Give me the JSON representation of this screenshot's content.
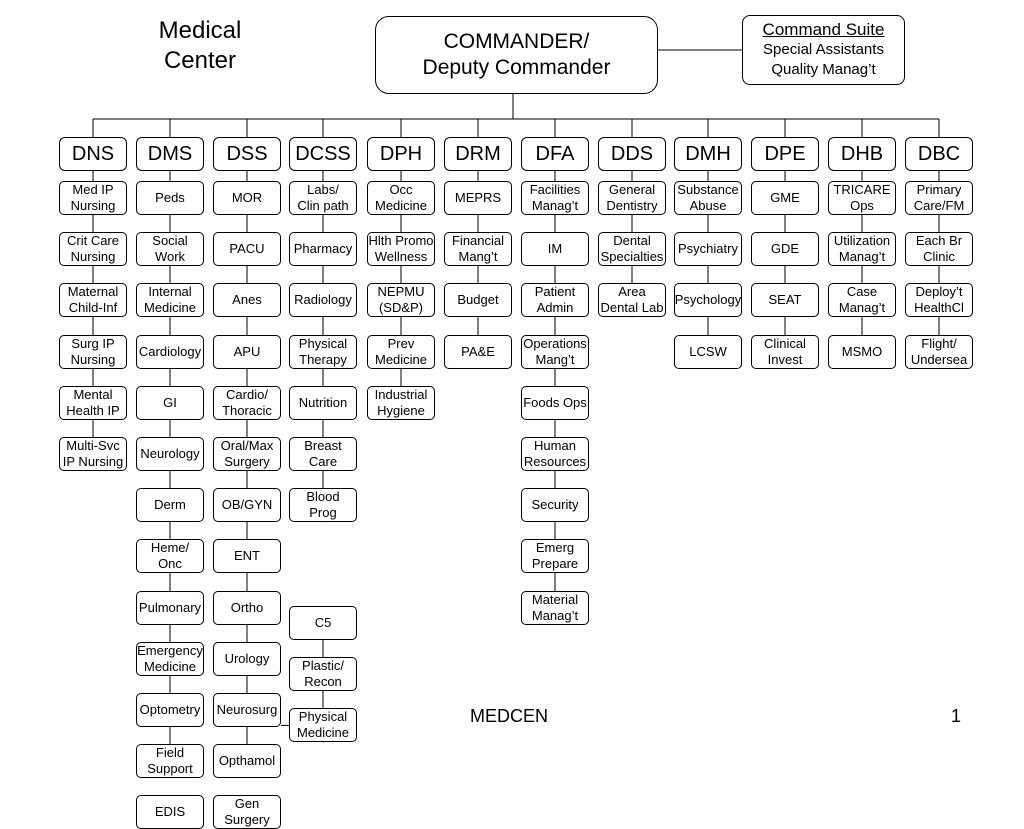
{
  "title": "Medical\nCenter",
  "commander": "COMMANDER/\nDeputy Commander",
  "command_suite": {
    "title": "Command Suite",
    "line1": "Special Assistants",
    "line2": "Quality Manag’t"
  },
  "footer": {
    "label": "MEDCEN",
    "page": "1"
  },
  "columns": [
    {
      "header": "DNS",
      "items": [
        "Med IP\nNursing",
        "Crit Care\nNursing",
        "Maternal\nChild-Inf",
        "Surg IP\nNursing",
        "Mental\nHealth IP",
        "Multi-Svc\nIP Nursing"
      ]
    },
    {
      "header": "DMS",
      "items": [
        "Peds",
        "Social\nWork",
        "Internal\nMedicine",
        "Cardiology",
        "GI",
        "Neurology",
        "Derm",
        "Heme/\nOnc",
        "Pulmonary",
        "Emergency\nMedicine",
        "Optometry",
        "Field\nSupport",
        "EDIS"
      ]
    },
    {
      "header": "DSS",
      "items": [
        "MOR",
        "PACU",
        "Anes",
        "APU",
        "Cardio/\nThoracic",
        "Oral/Max\nSurgery",
        "OB/GYN",
        "ENT",
        "Ortho",
        "Urology",
        "Neurosurg",
        "Opthamol",
        "Gen\nSurgery"
      ]
    },
    {
      "header": "DCSS",
      "items": [
        "Labs/\nClin path",
        "Pharmacy",
        "Radiology",
        "Physical\nTherapy",
        "Nutrition",
        "Breast\nCare",
        "Blood\nProg"
      ],
      "lower_items": [
        "C5",
        "Plastic/\nRecon",
        "Physical\nMedicine"
      ]
    },
    {
      "header": "DPH",
      "items": [
        "Occ\nMedicine",
        "Hlth Promo\nWellness",
        "NEPMU\n(SD&P)",
        "Prev\nMedicine",
        "Industrial\nHygiene"
      ]
    },
    {
      "header": "DRM",
      "items": [
        "MEPRS",
        "Financial\nMang’t",
        "Budget",
        "PA&E"
      ]
    },
    {
      "header": "DFA",
      "items": [
        "Facilities\nManag’t",
        "IM",
        "Patient\nAdmin",
        "Operations\nMang’t",
        "Foods Ops",
        "Human\nResources",
        "Security",
        "Emerg\nPrepare",
        "Material\nManag’t"
      ]
    },
    {
      "header": "DDS",
      "items": [
        "General\nDentistry",
        "Dental\nSpecialties",
        "Area\nDental Lab"
      ]
    },
    {
      "header": "DMH",
      "items": [
        "Substance\nAbuse",
        "Psychiatry",
        "Psychology",
        "LCSW"
      ]
    },
    {
      "header": "DPE",
      "items": [
        "GME",
        "GDE",
        "SEAT",
        "Clinical\nInvest"
      ]
    },
    {
      "header": "DHB",
      "items": [
        "TRICARE\nOps",
        "Utilization\nManag’t",
        "Case\nManag’t",
        "MSMO"
      ]
    },
    {
      "header": "DBC",
      "items": [
        "Primary\nCare/FM",
        "Each Br\nClinic",
        "Deploy’t\nHealthCl",
        "Flight/\nUndersea"
      ]
    }
  ]
}
